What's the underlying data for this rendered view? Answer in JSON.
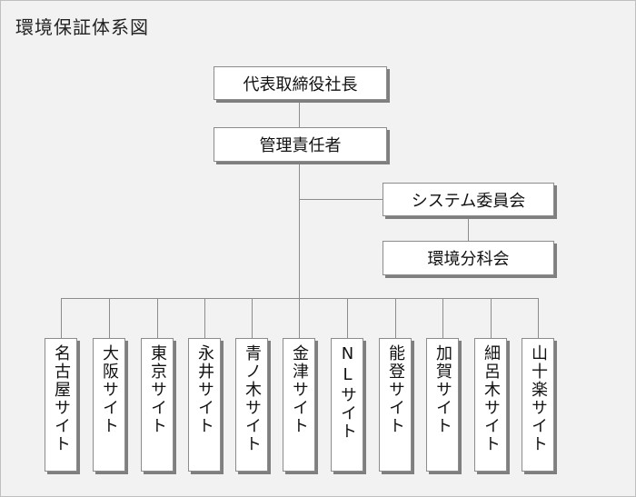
{
  "title": "環境保証体系図",
  "top": {
    "president": "代表取締役社長",
    "manager": "管理責任者",
    "committee": "システム委員会",
    "subcommittee": "環境分科会"
  },
  "sites": [
    "名古屋サイト",
    "大阪サイト",
    "東京サイト",
    "永井サイト",
    "青ノ木サイト",
    "金津サイト",
    "NLサイト",
    "能登サイト",
    "加賀サイト",
    "細呂木サイト",
    "山十楽サイト"
  ]
}
